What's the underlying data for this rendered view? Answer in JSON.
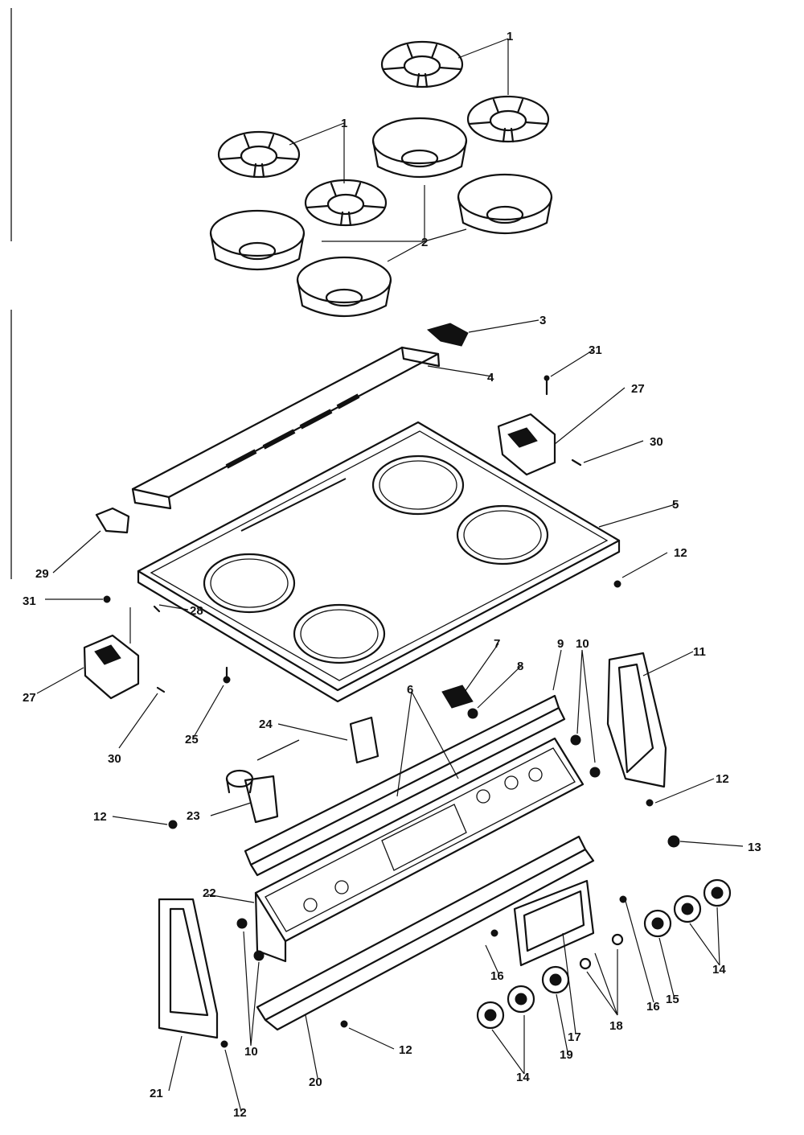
{
  "labels": {
    "l1a": "1",
    "l1b": "1",
    "l2": "2",
    "l3": "3",
    "l4": "4",
    "l5": "5",
    "l6": "6",
    "l7": "7",
    "l8": "8",
    "l9": "9",
    "l10a": "10",
    "l10b": "10",
    "l11": "11",
    "l12a": "12",
    "l12b": "12",
    "l12c": "12",
    "l12d": "12",
    "l12e": "12",
    "l13": "13",
    "l14a": "14",
    "l14b": "14",
    "l15": "15",
    "l16a": "16",
    "l16b": "16",
    "l17": "17",
    "l18": "18",
    "l19": "19",
    "l20": "20",
    "l21": "21",
    "l22": "22",
    "l23": "23",
    "l24": "24",
    "l25": "25",
    "l27a": "27",
    "l27b": "27",
    "l28": "28",
    "l29": "29",
    "l30a": "30",
    "l30b": "30",
    "l31a": "31",
    "l31b": "31"
  }
}
